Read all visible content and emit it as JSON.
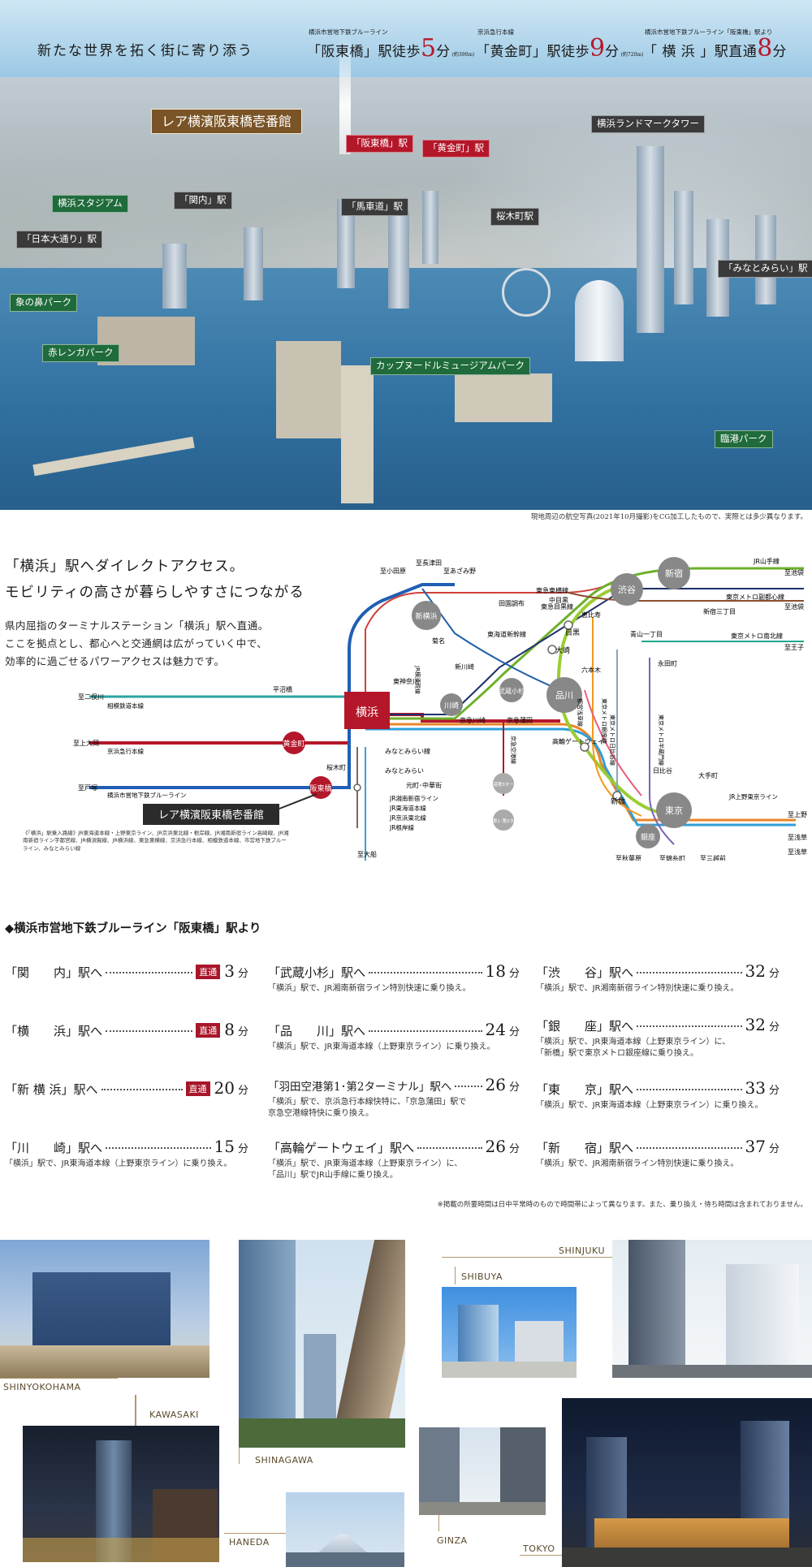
{
  "hero": {
    "tagline": "新たな世界を拓く街に寄り添う",
    "access": [
      {
        "line": "横浜市営地下鉄ブルーライン",
        "pre": "「阪東橋」駅徒歩",
        "num": "5",
        "unit": "分",
        "note": "(約390m)"
      },
      {
        "line": "京浜急行本線",
        "pre": "「黄金町」駅徒歩",
        "num": "9",
        "unit": "分",
        "note": "(約720m)"
      },
      {
        "line": "横浜市営地下鉄ブルーライン「阪東橋」駅より",
        "pre": "「 横 浜 」駅直通",
        "num": "8",
        "unit": "分",
        "note": ""
      }
    ],
    "labels": {
      "property": "レア横濱阪東橋壱番館",
      "bandobashi": "「阪東橋」駅",
      "koganecho": "「黄金町」駅",
      "landmark": "横浜ランドマークタワー",
      "stadium": "横浜スタジアム",
      "kannai": "「関内」駅",
      "bashamichi": "「馬車道」駅",
      "sakuragicho": "桜木町駅",
      "nihonodori": "「日本大通り」駅",
      "minatomirai": "「みなとみらい」駅",
      "zounohana": "象の鼻パーク",
      "redbrick": "赤レンガパーク",
      "cupnoodle": "カップヌードルミュージアムパーク",
      "rinko": "臨港パーク"
    },
    "caption": "現地周辺の航空写真(2021年10月撮影)をCG加工したもので、実際とは多少異なります。"
  },
  "access_section": {
    "heading_1": "「横浜」駅へダイレクトアクセス。",
    "heading_2": "モビリティの高さが暮らしやすさにつながる",
    "body_1": "県内屈指のターミナルステーション「横浜」駅へ直通。",
    "body_2": "ここを拠点とし、都心へと交通網は広がっていく中で、",
    "body_3": "効率的に過ごせるパワーアクセスは魅力です。"
  },
  "route_map": {
    "yokohama": "横浜",
    "shinyokohama": "新横浜",
    "kawasaki": "川崎",
    "musashikosugi": "武蔵小杉",
    "shinagawa": "品川",
    "shibuya": "渋谷",
    "shinjuku": "新宿",
    "tokyo": "東京",
    "ginza": "銀座",
    "shinbashi": "新橋",
    "osaki": "大崎",
    "meguro": "目黒",
    "ebisu": "恵比寿",
    "roppongi": "六本木",
    "bandobashi": "阪東橋",
    "koganecho": "黄金町",
    "sakuragicho": "桜木町",
    "minatomirai_line": "みなとみらい線",
    "minatomirai": "みなとみらい",
    "motomachi": "元町･中華街",
    "takanawa": "高輪ゲートウェイ",
    "haneda_3": "羽田空港第3ターミナル",
    "haneda_12": "羽田空港第1･第2ターミナル",
    "keikyu_kamata": "京急蒲田",
    "keikyu_kawasaki": "京急川崎",
    "higashikanagawa": "東神奈川",
    "shinkawasaki": "新川崎",
    "hiranumabashi": "平沼橋",
    "kikuna": "菊名",
    "denenchofu": "田園調布",
    "nakameguro": "中目黒",
    "aoyama": "青山一丁目",
    "nagatacho": "永田町",
    "hibiya": "日比谷",
    "otemachi": "大手町",
    "shinjuku3": "新宿三丁目",
    "toyoko": "東急東横線",
    "meguro_line": "東急目黒線",
    "tokaido_shinkansen": "東海道新幹線",
    "yokosuka_line": "JR横須賀線",
    "shonan_shinjuku": "JR湘南新宿ライン",
    "tokaido_line": "JR東海道本線",
    "keihin_tohoku": "JR京浜東北線",
    "negishi": "JR根岸線",
    "yamanote": "JR山手線",
    "fukutoshin": "東京メトロ副都心線",
    "namboku": "東京メトロ南北線",
    "hibiya_line": "東京メトロ日比谷線",
    "ginza_line": "東京メトロ銀座線",
    "hanzomon": "東京メトロ半蔵門線",
    "asakusa": "都営浅草線",
    "keikyu_airport": "京急空港線",
    "sotetsu": "相模鉄道本線",
    "keikyu_main": "京浜急行本線",
    "blue_line": "横浜市営地下鉄ブルーライン",
    "ueno_tokyo": "JR上野東京ライン",
    "to_nagatsuta": "至長津田",
    "to_odawara": "至小田原",
    "to_azamino": "至あざみ野",
    "to_futamatagawa": "至二俣川",
    "to_kamiooka": "至上大岡",
    "to_totsuka": "至戸塚",
    "to_ofuna": "至大船",
    "to_ikebukuro": "至池袋",
    "to_ikebukuro_2": "至池袋",
    "to_oji": "至王子",
    "to_ueno": "至上野",
    "to_asakusa": "至浅草",
    "to_asakusa_2": "至浅草",
    "to_akihabara": "至秋葉原",
    "to_kinshicho": "至錦糸町",
    "to_mitsukoshi": "至三越前",
    "property": "レア横濱阪東橋壱番館"
  },
  "map_note": "《「横浜」駅乗入路線》JR東海道本線・上野東京ライン、JR京浜東北線・根岸線、JR湘南新宿ライン高崎線、JR湘南新宿ライン宇都宮線、JR横須賀線、JR横浜線、東急東横線、京浜急行本線、相模鉄道本線、市営地下鉄ブルーライン、みなとみらい線",
  "travel": {
    "title": "◆横浜市営地下鉄ブルーライン「阪東橋」駅より",
    "badge": "直通",
    "items": [
      {
        "station": "「関　　内」駅へ",
        "direct": true,
        "min": "3",
        "unit": "分",
        "note": ""
      },
      {
        "station": "「横　　浜」駅へ",
        "direct": true,
        "min": "8",
        "unit": "分",
        "note": ""
      },
      {
        "station": "「新 横 浜」駅へ",
        "direct": true,
        "min": "20",
        "unit": "分",
        "note": ""
      },
      {
        "station": "「川　　崎」駅へ",
        "direct": false,
        "min": "15",
        "unit": "分",
        "note": "「横浜」駅で、JR東海道本線（上野東京ライン）に乗り換え。"
      },
      {
        "station": "「武蔵小杉」駅へ",
        "direct": false,
        "min": "18",
        "unit": "分",
        "note": "「横浜」駅で、JR湘南新宿ライン特別快速に乗り換え。"
      },
      {
        "station": "「品　　川」駅へ",
        "direct": false,
        "min": "24",
        "unit": "分",
        "note": "「横浜」駅で、JR東海道本線（上野東京ライン）に乗り換え。"
      },
      {
        "station": "「羽田空港第1･第2ターミナル」駅へ",
        "direct": false,
        "min": "26",
        "unit": "分",
        "note": "「横浜」駅で、京浜急行本線快特に、「京急蒲田」駅で京急空港線特快に乗り換え。"
      },
      {
        "station": "「高輪ゲートウェイ」駅へ",
        "direct": false,
        "min": "26",
        "unit": "分",
        "note": "「横浜」駅で、JR東海道本線（上野東京ライン）に、「品川」駅でJR山手線に乗り換え。"
      },
      {
        "station": "「渋　　谷」駅へ",
        "direct": false,
        "min": "32",
        "unit": "分",
        "note": "「横浜」駅で、JR湘南新宿ライン特別快速に乗り換え。"
      },
      {
        "station": "「銀　　座」駅へ",
        "direct": false,
        "min": "32",
        "unit": "分",
        "note": "「横浜」駅で、JR東海道本線（上野東京ライン）に、「新橋」駅で東京メトロ銀座線に乗り換え。"
      },
      {
        "station": "「東　　京」駅へ",
        "direct": false,
        "min": "33",
        "unit": "分",
        "note": "「横浜」駅で、JR東海道本線（上野東京ライン）に乗り換え。"
      },
      {
        "station": "「新　　宿」駅へ",
        "direct": false,
        "min": "37",
        "unit": "分",
        "note": "「横浜」駅で、JR湘南新宿ライン特別快速に乗り換え。"
      }
    ],
    "footnote": "※掲載の所要時間は日中平常時のもので時間帯によって異なります。また、乗り換え・待ち時間は含まれておりません。"
  },
  "photos": {
    "shinyokohama": "SHINYOKOHAMA",
    "kawasaki": "KAWASAKI",
    "shinagawa": "SHINAGAWA",
    "haneda": "HANEDA",
    "shibuya": "SHIBUYA",
    "shinjuku": "SHINJUKU",
    "ginza": "GINZA",
    "tokyo": "TOKYO"
  },
  "colors": {
    "accent_red": "#b4172a",
    "brand_brown": "#7a5426",
    "park_green": "#1f6b3b",
    "gold_line": "#b0976a"
  }
}
